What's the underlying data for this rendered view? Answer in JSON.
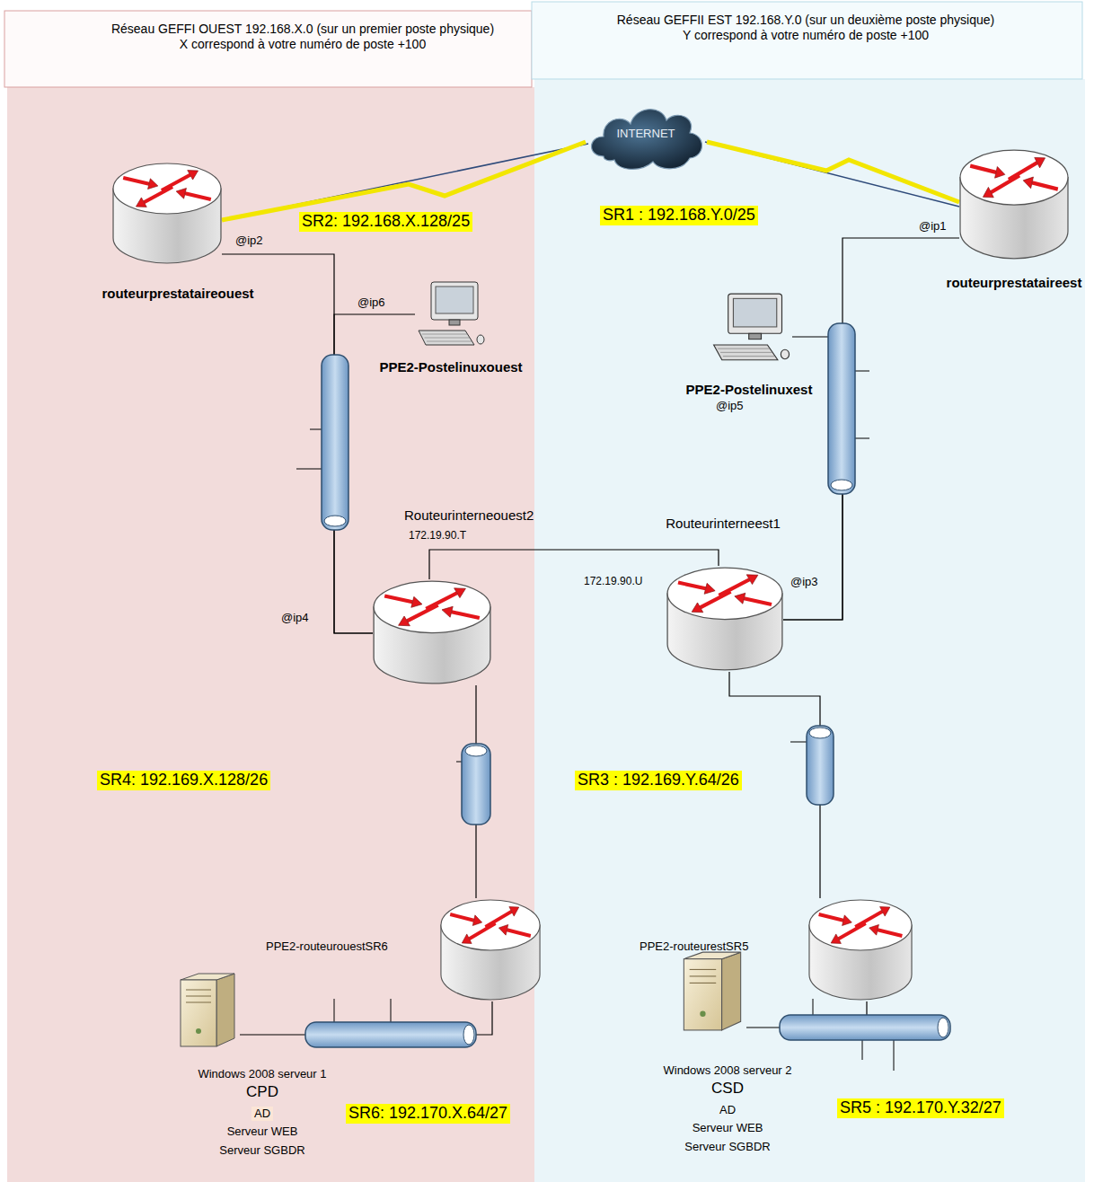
{
  "diagram": {
    "nodes": [
      {
        "text": [
          "Réseau GEFFI OUEST 192.168.X.0 (sur un premier poste physique) X correspond à votre numéro de poste +100"
        ]
      },
      {
        "text": [
          "Réseau GEFFII EST 192.168.Y.0 (sur un deuxième poste physique) Y correspond à votre numéro de poste +100"
        ]
      },
      {
        "text": [
          "INTERNET"
        ],
        "in": 1
      },
      {
        "text": [
          "routeurprestataireouest"
        ],
        "in": 0
      },
      {
        "text": [
          "routeurprestataireest"
        ],
        "in": 1
      },
      {
        "text": [
          "PPE2-Postelinuxouest"
        ],
        "in": 0
      },
      {
        "text": [
          "PPE2-Postelinuxest"
        ],
        "in": 1
      },
      {
        "text": [
          "Routeurinterneouest2",
          "172.19.90.T"
        ],
        "in": 0
      },
      {
        "text": [
          "Routeurinterneest1"
        ],
        "in": 1
      },
      {
        "text": [
          "PPE2-routeurouestSR6"
        ],
        "in": 0
      },
      {
        "text": [
          "PPE2-routeurestSR5"
        ],
        "in": 1
      },
      {
        "text": [
          "Windows 2008 serveur 1",
          "CPD",
          "AD",
          "Serveur WEB",
          "Serveur SGBDR"
        ],
        "in": 0
      },
      {
        "text": [
          "Windows 2008 serveur 2",
          "CSD",
          "AD",
          "Serveur WEB",
          "Serveur SGBDR"
        ],
        "in": 1
      }
    ],
    "edges": [
      {
        "from": 2,
        "to": 3,
        "arrow": "none"
      },
      {
        "from": 2,
        "to": 4,
        "arrow": "none"
      },
      {
        "from": 3,
        "to": 7,
        "arrow": "none"
      },
      {
        "from": 5,
        "to": 7,
        "arrow": "none"
      },
      {
        "from": 4,
        "to": 8,
        "arrow": "none"
      },
      {
        "from": 6,
        "to": 8,
        "arrow": "none"
      },
      {
        "from": 7,
        "to": 8,
        "arrow": "none"
      },
      {
        "from": 7,
        "to": 9,
        "arrow": "none"
      },
      {
        "from": 8,
        "to": 10,
        "arrow": "none"
      },
      {
        "from": 9,
        "to": 11,
        "arrow": "none"
      },
      {
        "from": 10,
        "to": 12,
        "arrow": "none"
      }
    ],
    "labels": [
      "@ip2",
      "@ip6",
      "@ip4",
      "SR2: 192.168.X.128/25",
      "@ip1",
      "@ip5",
      "@ip3",
      "172.19.90.U",
      "SR1 : 192.168.Y.0/25",
      "SR4: 192.169.X.128/26",
      "SR3 : 192.169.Y.64/26",
      "SR6: 192.170.X.64/27",
      "SR5 : 192.170.Y.32/27"
    ]
  }
}
